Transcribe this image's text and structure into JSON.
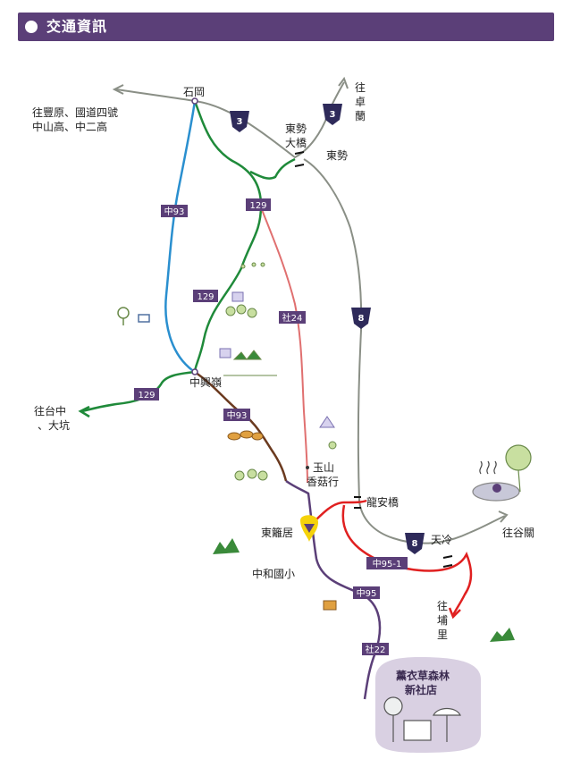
{
  "header": {
    "title": "交通資訊"
  },
  "places": {
    "shigang": "石岡",
    "to_fengyuan_1": "往豐原、國道四號",
    "to_fengyuan_2": "中山高、中二高",
    "dongshi_bridge_1": "東勢",
    "dongshi_bridge_2": "大橋",
    "dongshi": "東勢",
    "to_zhuolan_1": "往",
    "to_zhuolan_2": "卓",
    "to_zhuolan_3": "蘭",
    "zhongxingling": "中興嶺",
    "to_taichung_1": "往台中",
    "to_taichung_2": "、大坑",
    "yushan_1": "玉山",
    "yushan_2": "香菇行",
    "longan_bridge": "龍安橋",
    "tianleng": "天冷",
    "to_guguan": "往谷關",
    "donglongju": "東籬居",
    "zhonghe_school": "中和國小",
    "to_puli_1": "往",
    "to_puli_2": "埔",
    "to_puli_3": "里",
    "destination_1": "薰衣草森林",
    "destination_2": "新社店"
  },
  "routes": {
    "r129_a": "129",
    "r129_b": "129",
    "r129_c": "129",
    "zhong93_a": "中93",
    "zhong93_b": "中93",
    "she24": "社24",
    "zhong95_1": "中95-1",
    "zhong95": "中95",
    "she22": "社22",
    "hw3_a": "3",
    "hw3_b": "3",
    "hw8_a": "8",
    "hw8_b": "8"
  },
  "colors": {
    "header": "#5b3f78",
    "green_road": "#1f8a3a",
    "blue_road": "#2a8fcf",
    "red_road": "#e02020",
    "pink_road": "#e07070",
    "brown_road": "#6b3a1f",
    "purple_road": "#5b3f78",
    "gray_road": "#8a8f86",
    "marker": "#f5d20a",
    "destination_bubble": "#d9d0e2"
  }
}
